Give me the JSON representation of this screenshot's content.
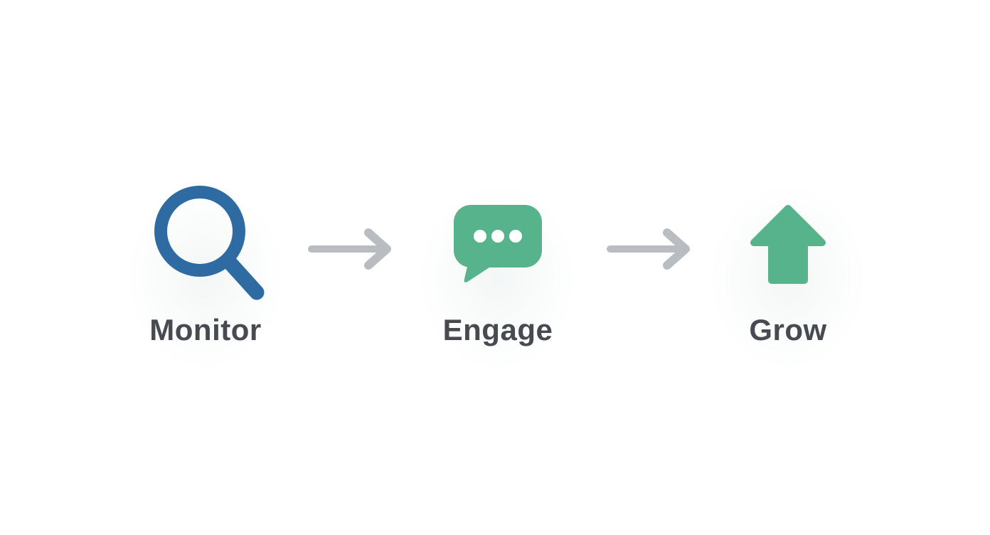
{
  "page": {
    "background_color": "#ffffff"
  },
  "diagram": {
    "type": "process-flow",
    "steps": [
      {
        "label": "Monitor",
        "icon": "magnifier-icon",
        "icon_color": "#2e6ba3"
      },
      {
        "label": "Engage",
        "icon": "chat-bubble-icon",
        "icon_color": "#57b38c"
      },
      {
        "label": "Grow",
        "icon": "up-arrow-icon",
        "icon_color": "#57b38c"
      }
    ],
    "connectors": [
      {
        "icon": "right-arrow-icon"
      },
      {
        "icon": "right-arrow-icon"
      }
    ],
    "connector_color": "#b9bcc1",
    "label_color": "#474b51"
  }
}
